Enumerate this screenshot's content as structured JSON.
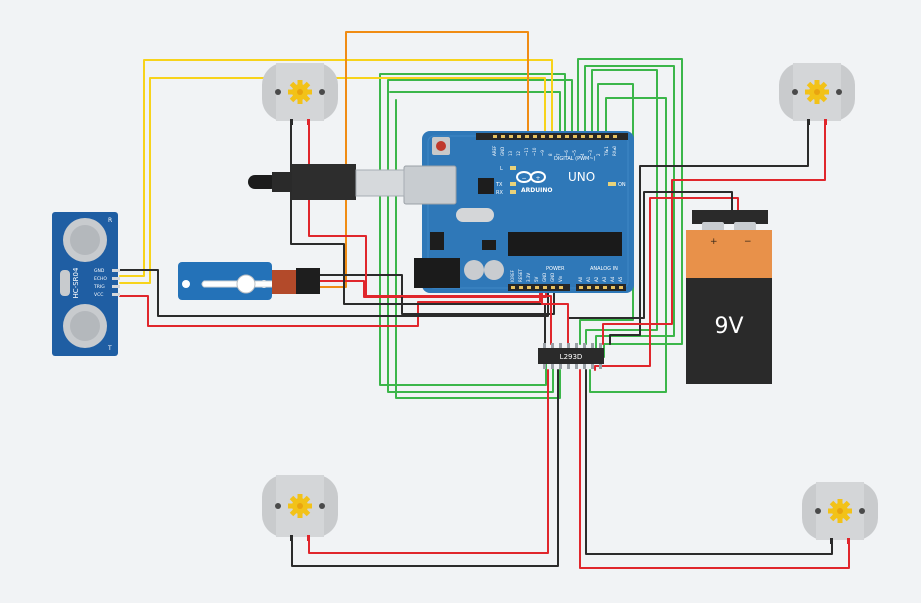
{
  "board": {
    "name": "UNO",
    "brand": "ARDUINO",
    "digital_label": "DIGITAL (PWM~)",
    "power_label": "POWER",
    "analog_label": "ANALOG IN",
    "on_label": "ON",
    "l_label": "L",
    "tx_label": "TX",
    "rx_label": "RX",
    "digital_pins": [
      "AREF",
      "GND",
      "13",
      "12",
      "~11",
      "~10",
      "~9",
      "8",
      "7",
      "~6",
      "~5",
      "4",
      "~3",
      "2",
      "TX▸1",
      "RX◂0"
    ],
    "power_pins": [
      "IOREF",
      "RESET",
      "3.3V",
      "5V",
      "GND",
      "GND",
      "Vin"
    ],
    "analog_pins": [
      "A0",
      "A1",
      "A2",
      "A3",
      "A4",
      "A5"
    ]
  },
  "sensor": {
    "name": "HC-SR04",
    "pins": [
      "GND",
      "ECHO",
      "TRIG",
      "VCC"
    ],
    "corner_t": "T",
    "corner_r": "R"
  },
  "driver": {
    "label": "L293D"
  },
  "battery": {
    "voltage": "9V",
    "plus": "+",
    "minus": "−"
  },
  "colors": {
    "background": "#f1f3f5",
    "board": "#2f78b8",
    "red_wire": "#e0262c",
    "black_wire": "#2b2b2b",
    "green_wire": "#3cb64a",
    "yellow_wire": "#f7d31b",
    "orange_wire": "#f08c14",
    "battery_top": "#e8914a",
    "battery_body": "#2a2a2a"
  },
  "icons": {
    "motor": "dc-motor-icon",
    "gear": "gear-icon",
    "servo": "servo-motor-icon",
    "usb": "usb-cable-icon",
    "battery": "battery-9v-icon",
    "sensor": "ultrasonic-sensor-icon"
  }
}
